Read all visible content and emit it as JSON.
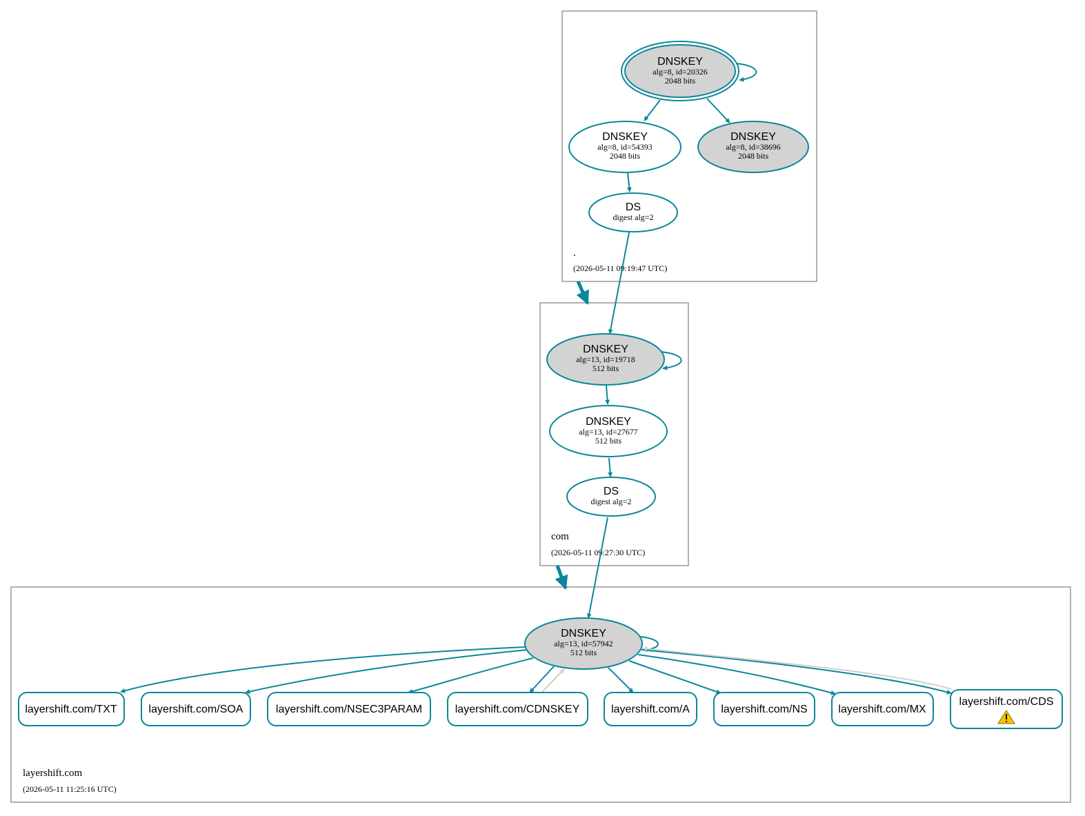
{
  "colors": {
    "edge": "#0a879a",
    "edge_invalid": "#d0d0d0",
    "sep_key_fill": "#d3d3d3",
    "node_fill": "#ffffff",
    "zone_border": "#666666",
    "warning": "#f5c400"
  },
  "zones": {
    "root": {
      "name": ".",
      "timestamp": "(2026-05-11 09:19:47 UTC)"
    },
    "com": {
      "name": "com",
      "timestamp": "(2026-05-11 09:27:30 UTC)"
    },
    "layershift": {
      "name": "layershift.com",
      "timestamp": "(2026-05-11 11:25:16 UTC)"
    }
  },
  "nodes": {
    "root_ksk": {
      "type": "DNSKEY",
      "detail": "alg=8, id=20326",
      "size": "2048 bits"
    },
    "root_zsk1": {
      "type": "DNSKEY",
      "detail": "alg=8, id=54393",
      "size": "2048 bits"
    },
    "root_zsk2": {
      "type": "DNSKEY",
      "detail": "alg=8, id=38696",
      "size": "2048 bits"
    },
    "root_ds": {
      "type": "DS",
      "detail": "digest alg=2"
    },
    "com_ksk": {
      "type": "DNSKEY",
      "detail": "alg=13, id=19718",
      "size": "512 bits"
    },
    "com_zsk": {
      "type": "DNSKEY",
      "detail": "alg=13, id=27677",
      "size": "512 bits"
    },
    "com_ds": {
      "type": "DS",
      "detail": "digest alg=2"
    },
    "ls_key": {
      "type": "DNSKEY",
      "detail": "alg=13, id=57942",
      "size": "512 bits"
    }
  },
  "rrsets": {
    "txt": "layershift.com/TXT",
    "soa": "layershift.com/SOA",
    "nsec3param": "layershift.com/NSEC3PARAM",
    "cdnskey": "layershift.com/CDNSKEY",
    "a": "layershift.com/A",
    "ns": "layershift.com/NS",
    "mx": "layershift.com/MX",
    "cds": "layershift.com/CDS"
  },
  "icons": {
    "cds_warning": "warning-icon"
  }
}
